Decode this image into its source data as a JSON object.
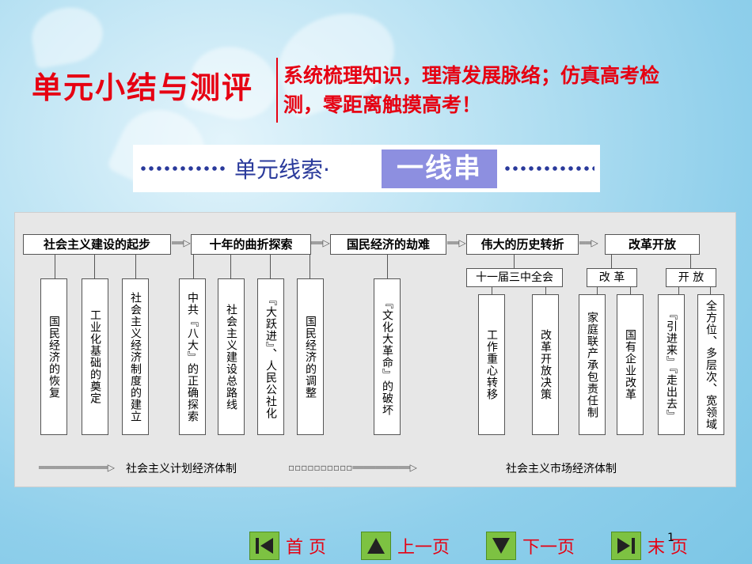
{
  "header": {
    "title": "单元小结与测评",
    "subtitle": "系统梳理知识，理清发展脉络；仿真高考检测，零距离触摸高考！"
  },
  "banner": {
    "text": "单元线索·",
    "highlight": "一线串"
  },
  "diagram": {
    "stages": [
      {
        "label": "社会主义建设的起步"
      },
      {
        "label": "十年的曲折探索"
      },
      {
        "label": "国民经济的劫难"
      },
      {
        "label": "伟大的历史转折"
      },
      {
        "label": "改革开放"
      }
    ],
    "groups": {
      "meeting": "十一届三中全会",
      "reform": "改 革",
      "open": "开 放"
    },
    "items": [
      "国民经济的恢复",
      "工业化基础的奠定",
      "社会主义经济制度的建立",
      "中共『八大』的正确探索",
      "社会主义建设总路线",
      "『大跃进』、人民公社化",
      "国民经济的调整",
      "『文化大革命』的破坏",
      "工作重心转移",
      "改革开放决策",
      "家庭联产承包责任制",
      "国有企业改革",
      "『引进来』『走出去』",
      "全方位、多层次、宽领域"
    ],
    "bottom": {
      "planned": "社会主义计划经济体制",
      "market": "社会主义市场经济体制"
    }
  },
  "nav": {
    "home": "首 页",
    "prev": "上一页",
    "next": "下一页",
    "end": "末 页",
    "page": "1"
  }
}
